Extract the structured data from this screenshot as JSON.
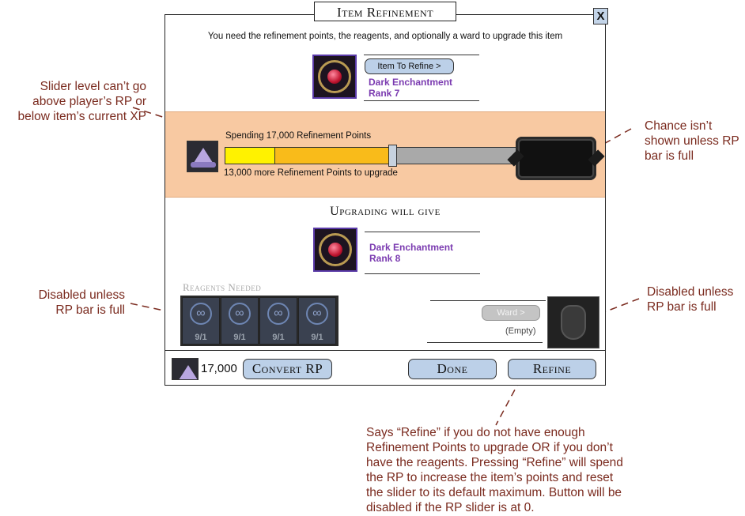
{
  "dialog": {
    "title": "Item Refinement",
    "close_label": "X",
    "instructions": "You need the refinement points, the reagents, and optionally a ward to upgrade this item"
  },
  "item": {
    "button_label": "Item To Refine >",
    "name": "Dark Enchantment",
    "rank": "Rank 7"
  },
  "refinement": {
    "spending_text": "Spending 17,000 Refinement Points",
    "remaining_text": "13,000 more Refinement Points to upgrade",
    "slider_fill_fraction": 0.57,
    "slider_current_xp_fraction": 0.17
  },
  "upgrade": {
    "heading": "Upgrading will give",
    "name": "Dark Enchantment",
    "rank": "Rank 8"
  },
  "reagents": {
    "heading": "Reagents Needed",
    "items": [
      {
        "count": "9/1"
      },
      {
        "count": "9/1"
      },
      {
        "count": "9/1"
      },
      {
        "count": "9/1"
      }
    ]
  },
  "ward": {
    "button_label": "Ward >",
    "status": "(Empty)"
  },
  "footer": {
    "rp_amount": "17,000",
    "convert_label": "Convert RP",
    "done_label": "Done",
    "refine_label": "Refine"
  },
  "annotations": {
    "slider": [
      "Slider level can’t go",
      "above player’s RP or",
      "below item’s current XP"
    ],
    "chance": [
      "Chance isn’t",
      "shown unless RP",
      "bar is full"
    ],
    "reagents_disabled": [
      "Disabled unless",
      "RP bar is full"
    ],
    "ward_disabled": [
      "Disabled unless",
      "RP bar is full"
    ],
    "refine": [
      "Says “Refine” if you do not have enough",
      "Refinement Points to upgrade OR if you don’t",
      "have the reagents. Pressing “Refine” will spend",
      "the RP to increase the item’s points and reset",
      "the slider to its default maximum. Button will be",
      "disabled if the RP slider is at 0."
    ]
  },
  "colors": {
    "rp_band": "#f8c9a2",
    "rp_fill": "#f9bb1a",
    "rp_fill_light": "#fff200",
    "button_blue": "#bcd0e8",
    "item_name_purple": "#7a3ab0",
    "annotation_red": "#7a2a1e"
  }
}
